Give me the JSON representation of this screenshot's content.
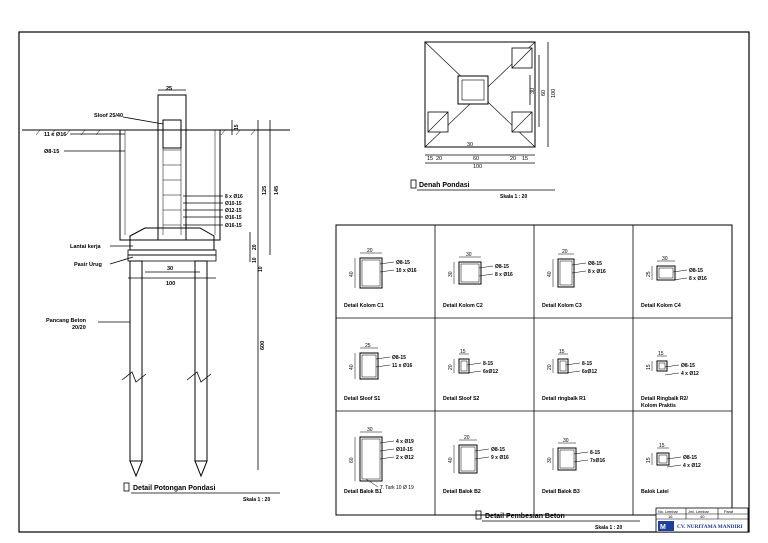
{
  "foundation_section": {
    "title": "Detail Potongan Pondasi",
    "scale": "Skala 1 : 20",
    "dims": {
      "top_width": "25",
      "base_width": "30",
      "base_total": "100",
      "h_tie": "15",
      "h_mid": "125",
      "h_total": "145",
      "h_pile_top": "20",
      "h_lean": "10",
      "h_sand": "10",
      "h_pile": "600"
    },
    "labels": {
      "sloof": "Sloof 25/40",
      "rebar_main": "11 x Ø16",
      "stirrup": "Ø8-15",
      "lantai_kerja": "Lantai kerja",
      "pasir_urug": "Pasir Urug",
      "pancang_line1": "Pancang Beton",
      "pancang_line2": "20/20"
    },
    "callouts": [
      "8 x Ø16",
      "Ø10-15",
      "Ø12-15",
      "Ø16-15",
      "Ø16-15"
    ]
  },
  "foundation_plan": {
    "title": "Denah Pondasi",
    "scale": "Skala 1 : 20",
    "dims": {
      "h_outer": "100",
      "h_mid": "60",
      "h_inner": "30",
      "b_left": "20",
      "b_lleft": "15",
      "b_mid": "60",
      "b_right": "20",
      "b_rright": "15",
      "b_total": "100",
      "b_inner": "30"
    }
  },
  "rebar_detail": {
    "title": "Detail Pembesian Beton",
    "scale": "Skala 1 : 20",
    "cells": [
      {
        "name": "Detail Kolom C1",
        "w": "20",
        "h": "40",
        "c1": "Ø8-15",
        "c2": "10 x Ø16"
      },
      {
        "name": "Detail Kolom C2",
        "w": "30",
        "h": "30",
        "c1": "Ø8-15",
        "c2": "8 x Ø16"
      },
      {
        "name": "Detail Kolom C3",
        "w": "20",
        "h": "40",
        "c1": "Ø8-15",
        "c2": "8 x Ø16"
      },
      {
        "name": "Detail Kolom C4",
        "w": "30",
        "h": "25",
        "c1": "Ø8-15",
        "c2": "8 x Ø16"
      },
      {
        "name": "Detail Sloof S1",
        "w": "25",
        "h": "40",
        "c1": "Ø8-15",
        "c2": "11 x Ø16"
      },
      {
        "name": "Detail Sloof S2",
        "w": "15",
        "h": "20",
        "c1": "8-15",
        "c2": "6xØ12"
      },
      {
        "name": "Detail ringbalk R1",
        "w": "15",
        "h": "20",
        "c1": "8-15",
        "c2": "6xØ12"
      },
      {
        "name": "Detail Ringbalk R2/ Kolom Praktis",
        "w": "15",
        "h": "15",
        "c1": "Ø8-15",
        "c2": "4 x Ø12"
      },
      {
        "name": "Detail Balok B1",
        "w": "30",
        "h": "60",
        "c1": "4 x Ø19",
        "c2": "Ø10-15",
        "c3": "2 x Ø12",
        "c4": "T. Tark 10 Ø 19"
      },
      {
        "name": "Detail Balok B2",
        "w": "20",
        "h": "40",
        "c1": "Ø8-15",
        "c2": "9 x Ø16"
      },
      {
        "name": "Detail Balok B3",
        "w": "30",
        "h": "30",
        "c1": "8-15",
        "c2": "7xØ16"
      },
      {
        "name": "Balok Latei",
        "w": "15",
        "h": "15",
        "c1": "Ø8-15",
        "c2": "4 x Ø12"
      }
    ]
  },
  "title_block": {
    "headers": [
      "No. Lembar",
      "Jml. Lembar",
      "Paraf"
    ],
    "values": [
      "16",
      "40",
      ""
    ],
    "company": "CV. NURITAMA MANDIRI"
  },
  "colors": {
    "ink": "#000000",
    "paper": "#ffffff",
    "company_text": "#1f3a8a",
    "logo": "#1e3f9a"
  }
}
